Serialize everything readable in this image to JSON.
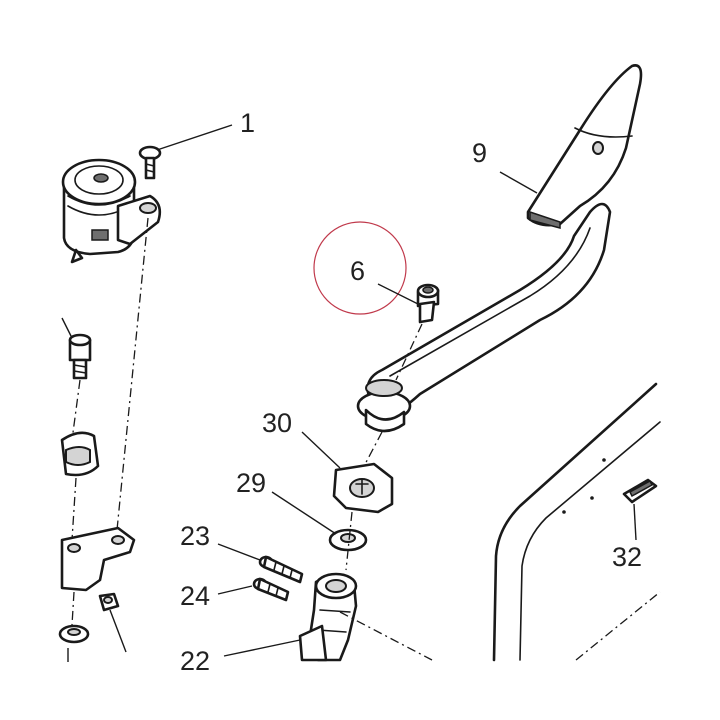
{
  "diagram": {
    "callouts": [
      {
        "id": "c1",
        "label": "1"
      },
      {
        "id": "c9",
        "label": "9"
      },
      {
        "id": "c6",
        "label": "6"
      },
      {
        "id": "c30",
        "label": "30"
      },
      {
        "id": "c29",
        "label": "29"
      },
      {
        "id": "c23",
        "label": "23"
      },
      {
        "id": "c24",
        "label": "24"
      },
      {
        "id": "c22",
        "label": "22"
      },
      {
        "id": "c32",
        "label": "32"
      }
    ],
    "highlight_color": "#c0394b",
    "line_color": "#1a1a1a"
  }
}
